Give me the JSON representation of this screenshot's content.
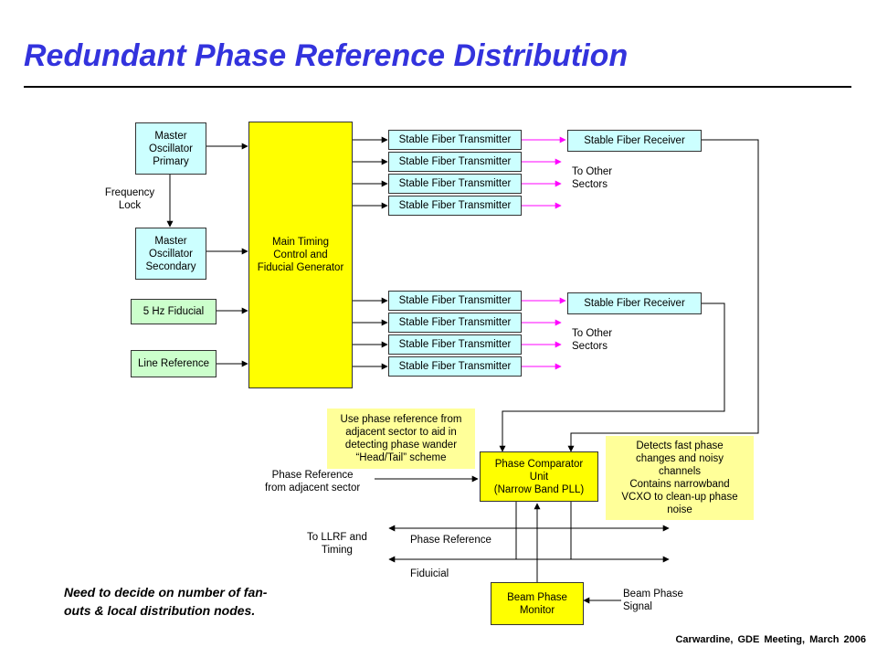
{
  "title": "Redundant Phase Reference Distribution",
  "colors": {
    "title": "#3333dd",
    "oscillator_box": "#ccffff",
    "reference_box": "#ccffcc",
    "timing_box": "#ffff00",
    "note_box": "#ffff99",
    "sector_arrow": "#ff00ff"
  },
  "diagram": {
    "master_primary": "Master\nOscillator\nPrimary",
    "frequency_lock": "Frequency\nLock",
    "master_secondary": "Master\nOscillator\nSecondary",
    "fiducial_5hz": "5 Hz Fiducial",
    "line_reference": "Line Reference",
    "main_timing": "Main Timing\nControl and\nFiducial Generator",
    "tx_upper": [
      "Stable Fiber Transmitter",
      "Stable Fiber Transmitter",
      "Stable Fiber Transmitter",
      "Stable Fiber Transmitter"
    ],
    "tx_lower": [
      "Stable Fiber Transmitter",
      "Stable Fiber Transmitter",
      "Stable Fiber Transmitter",
      "Stable Fiber Transmitter"
    ],
    "receiver_upper": "Stable Fiber Receiver",
    "receiver_lower": "Stable Fiber Receiver",
    "to_other_sectors_upper": "To Other\nSectors",
    "to_other_sectors_lower": "To Other\nSectors",
    "adjacent_note": "Use phase reference from\nadjacent sector to aid in\ndetecting phase wander\n“Head/Tail” scheme",
    "detect_note": "Detects fast phase\nchanges and noisy\nchannels\nContains narrowband\nVCXO to clean-up phase\nnoise",
    "phase_comparator": "Phase Comparator\nUnit\n(Narrow Band PLL)",
    "phase_ref_adjacent": "Phase Reference\nfrom adjacent sector",
    "to_llrf": "To LLRF and\nTiming",
    "phase_reference_bus": "Phase Reference",
    "fiducial_bus": "Fiduicial",
    "beam_phase_monitor": "Beam Phase\nMonitor",
    "beam_phase_signal": "Beam Phase\nSignal"
  },
  "note": "Need to decide on number of fan-\nouts & local distribution nodes.",
  "footer": "Carwardine, GDE Meeting, March 2006"
}
